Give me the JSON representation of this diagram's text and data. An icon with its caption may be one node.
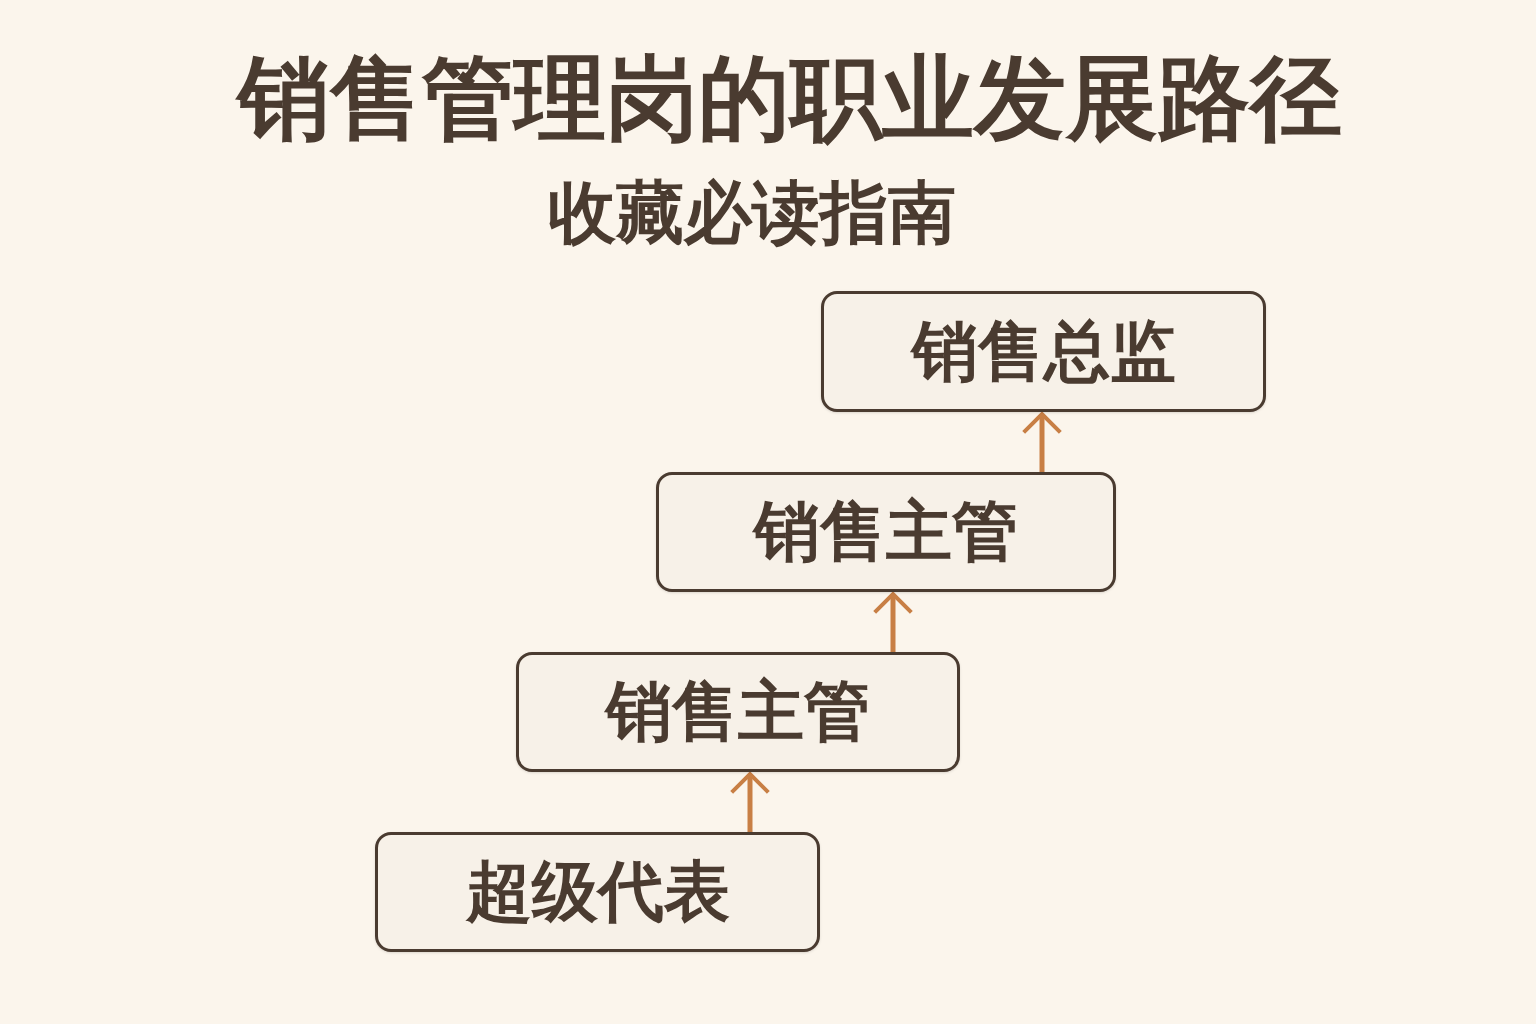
{
  "diagram": {
    "title": "销售管理岗的职业发展路径",
    "nodes": [
      {
        "text": [
          "销售总监"
        ]
      },
      {
        "text": [
          "销售主管"
        ]
      },
      {
        "text": [
          "销售主管"
        ]
      },
      {
        "text": [
          "超级代表"
        ]
      }
    ],
    "edges": [
      {
        "from": 3,
        "to": 2,
        "arrow": "to"
      },
      {
        "from": 2,
        "to": 1,
        "arrow": "to"
      },
      {
        "from": 1,
        "to": 0,
        "arrow": "to"
      }
    ],
    "labels": [
      "收藏必读指南"
    ]
  }
}
